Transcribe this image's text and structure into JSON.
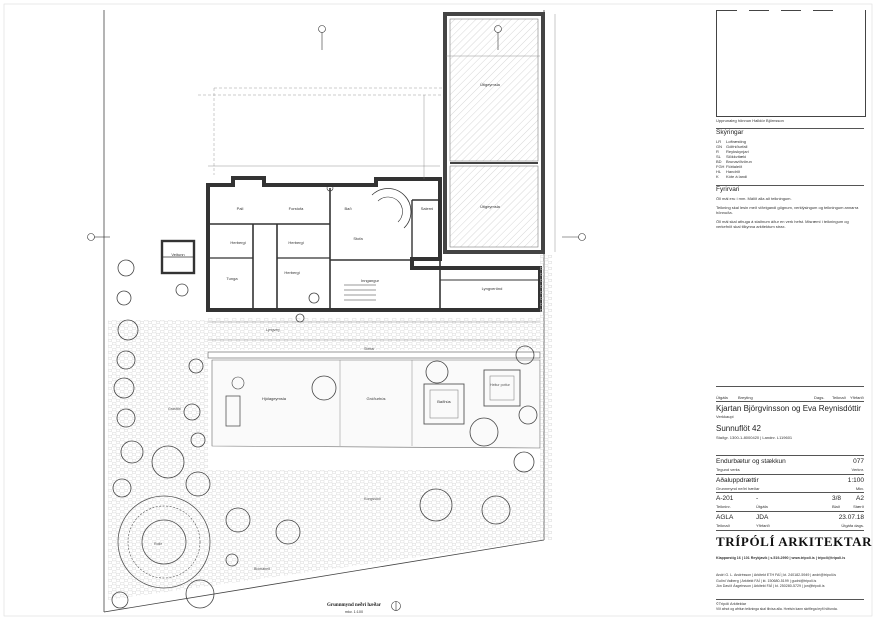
{
  "drawing": {
    "title": "Grunnmynd neðri hæðar",
    "scale_note": "mkv. 1:100",
    "rooms": [
      {
        "id": "utigeymsla-1",
        "label": "Útigeymsla"
      },
      {
        "id": "utigeymsla-2",
        "label": "Útigeymsla"
      },
      {
        "id": "pall",
        "label": "Pall"
      },
      {
        "id": "fordyri",
        "label": "Forstofa"
      },
      {
        "id": "herbergi-1",
        "label": "Herbergi"
      },
      {
        "id": "herbergi-2",
        "label": "Herbergi"
      },
      {
        "id": "herbergi-3",
        "label": "Herbergi"
      },
      {
        "id": "stofa",
        "label": "Stofa"
      },
      {
        "id": "bad",
        "label": "Bað"
      },
      {
        "id": "salerni",
        "label": "Salerni"
      },
      {
        "id": "tunga",
        "label": "Tunga"
      },
      {
        "id": "ingang",
        "label": "Inngangur"
      },
      {
        "id": "lyngverond",
        "label": "Lyngverönd"
      },
      {
        "id": "veitunn",
        "label": "Veitunn"
      },
      {
        "id": "hjolageymsla",
        "label": "Hjólageymsla"
      },
      {
        "id": "grodurhus",
        "label": "Gróðurhús"
      },
      {
        "id": "badhus",
        "label": "Baðhús"
      }
    ],
    "annotations": {
      "lyngveg": "Lyngveg",
      "stettlar": "Stéttar",
      "grasflot": "Grasflöt",
      "rolle": "Rolle",
      "blomabed": "Blómabeð",
      "kongsslaa": "Kongsslóð",
      "heitur_pottur": "Heitur pottur"
    }
  },
  "title_block": {
    "image_credit": "Upprunaleg hönnun Halldór Björnsson",
    "legend": {
      "header": "Skýringar",
      "items": [
        {
          "code": "LR",
          "text": "Loftræsting"
        },
        {
          "code": "GN",
          "text": "Gólfniðurfall"
        },
        {
          "code": "R",
          "text": "Reykskynjari"
        },
        {
          "code": "SL",
          "text": "Slökkvitæki"
        },
        {
          "code": "BD",
          "text": "Brunaviðvörun"
        },
        {
          "code": "FGH",
          "text": "Flóttaleið"
        },
        {
          "code": "HL",
          "text": "Handrið"
        },
        {
          "code": "K",
          "text": "Kóte á landi"
        }
      ]
    },
    "notes": {
      "header": "Fyrirvari",
      "lines": [
        "Öll mál eru í mm. Málið alla að teikningum.",
        "Teikning skal lesin með viðeigandi gögnum, verklýsingum og teikningum annarra hönnuða.",
        "Öll mál skal athuga á staðnum áður en verk hefst. Misræmi í teikningum og verkefnið skal tilkynna arkitektum strax."
      ]
    },
    "revision_headers": {
      "revision": "Útgáfa",
      "change": "Breyting",
      "date": "Dags.",
      "drawn": "Teiknað",
      "checked": "Yfirfarið"
    },
    "client_name": "Kjartan Björgvinsson og Eva Reynisdóttir",
    "client_label": "Verkkaupi",
    "address": "Sunnuflöt 42",
    "parcel": "Staðgr. 1300-1-8000420 | Landnr. L119601",
    "project": "Endurbætur og stækkun",
    "project_number": "077",
    "project_label": "Tegund verks",
    "project_number_label": "Verknr.",
    "sheet_title": "Aðaluppdrættir",
    "scale": "1:100",
    "sheet_title_label": "Grunnmynd neðri hæðar",
    "scale_label": "Mkv.",
    "drawing_no": "A-201",
    "revision": "-",
    "sheet": "3/8",
    "paper": "A2",
    "drawing_no_label": "Teikninr.",
    "revision_label": "Útgáfa",
    "sheet_label": "Blað",
    "paper_label": "Stærð",
    "drawn_by": "AGLA",
    "checked_by": "JDA",
    "date": "23.07.18",
    "drawn_label": "Teiknað",
    "checked_label": "Yfirfarið",
    "date_label": "Útgáfa dags.",
    "firm": "TRÍPÓLÍ ARKITEKTAR",
    "firm_address": "Klapparstíg 16 | 101 Reykjavík | s.519-2990 | www.tripoli.is | tripoli@tripoli.is",
    "architects": [
      "Andri G. L. Andrésson | Arkitekt ETH FAÍ | kt. 240182-5949 | andri@tripoli.is",
      "Guðni Valberg | Arkitekt FAÍ | kt. 150680-5199 | gudni@tripoli.is",
      "Jón Davíð Ásgeirsson | Arkitekt FAÍ | kt. 250280-5729 | jon@tripoli.is"
    ],
    "copyright": "©Tripólí Arkitektar",
    "copyright_note": "Við afnot og afritun teikninga skal tilvísa alla. Hvelsin kann skriflega leyfi höfunda."
  }
}
